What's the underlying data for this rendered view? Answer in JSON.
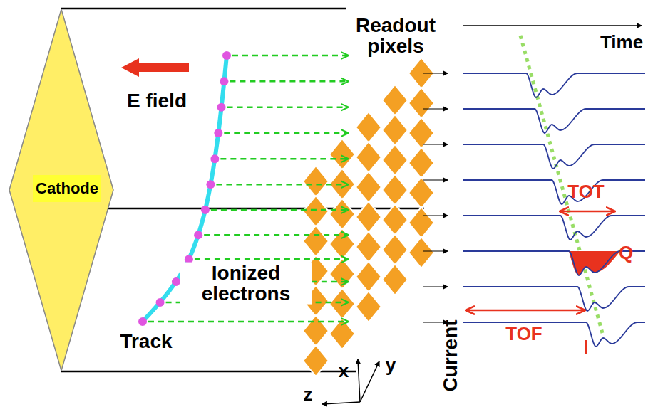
{
  "diagram": {
    "nodes": [
      {
        "text": [
          "Cathode"
        ]
      }
    ],
    "labels": [
      "Readout pixels",
      "Time",
      "E field",
      "TOT",
      "Q",
      "Ionized electrons",
      "Track",
      "TOF",
      "Current",
      "x",
      "y",
      "z"
    ]
  }
}
